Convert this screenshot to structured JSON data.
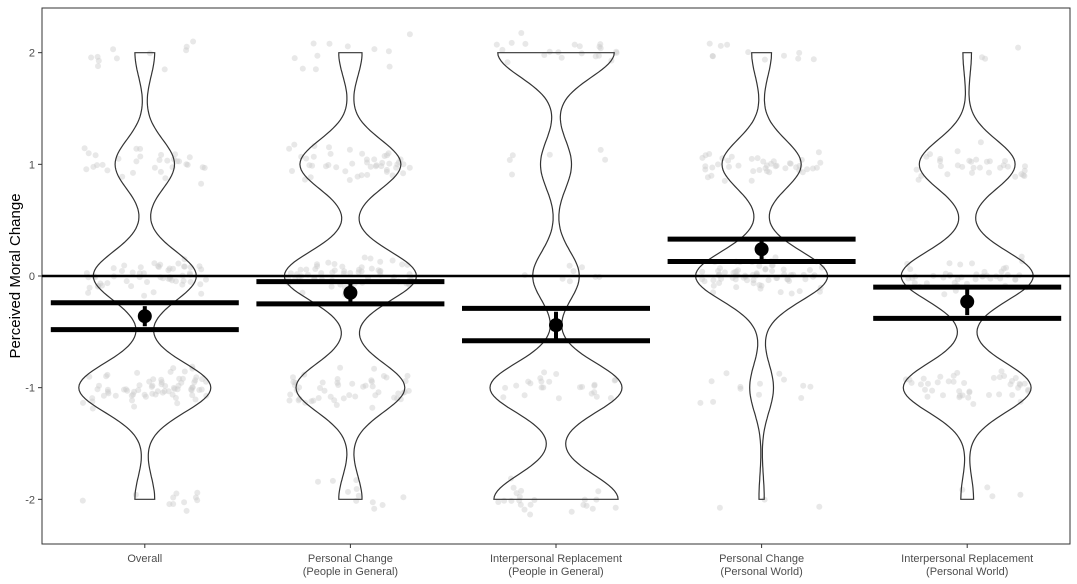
{
  "chart_data": {
    "type": "violin",
    "title": "",
    "xlabel": "",
    "ylabel": "Perceived Moral Change",
    "ylim": [
      -2.4,
      2.4
    ],
    "yticks": [
      -2,
      -1,
      0,
      1,
      2
    ],
    "grid": false,
    "reference_line_y": 0,
    "colors": {
      "violin_stroke": "#333333",
      "jitter": "#cccccc",
      "summary": "#000000",
      "panel_border": "#333333"
    },
    "groups": [
      {
        "label_lines": [
          "Overall"
        ],
        "mean": -0.36,
        "ci_low": -0.45,
        "ci_high": -0.27,
        "band_low": -0.48,
        "band_high": -0.24,
        "modes": [
          [
            -2,
            0.15
          ],
          [
            -1,
            1.0
          ],
          [
            0,
            0.78
          ],
          [
            1,
            0.45
          ],
          [
            2,
            0.15
          ]
        ]
      },
      {
        "label_lines": [
          "Personal Change",
          "(People in General)"
        ],
        "mean": -0.15,
        "ci_low": -0.24,
        "ci_high": -0.06,
        "band_low": -0.25,
        "band_high": -0.05,
        "modes": [
          [
            -2,
            0.15
          ],
          [
            -1,
            0.7
          ],
          [
            0,
            0.85
          ],
          [
            1,
            0.65
          ],
          [
            2,
            0.15
          ]
        ]
      },
      {
        "label_lines": [
          "Interpersonal Replacement",
          "(People in General)"
        ],
        "mean": -0.44,
        "ci_low": -0.56,
        "ci_high": -0.32,
        "band_low": -0.58,
        "band_high": -0.29,
        "modes": [
          [
            -2,
            0.32
          ],
          [
            -1,
            0.34
          ],
          [
            0,
            0.12
          ],
          [
            1,
            0.08
          ],
          [
            2,
            0.3
          ]
        ]
      },
      {
        "label_lines": [
          "Personal Change",
          "(Personal World)"
        ],
        "mean": 0.24,
        "ci_low": 0.15,
        "ci_high": 0.33,
        "band_low": 0.13,
        "band_high": 0.33,
        "modes": [
          [
            -2,
            0.04
          ],
          [
            -1,
            0.18
          ],
          [
            0,
            1.0
          ],
          [
            1,
            0.6
          ],
          [
            2,
            0.15
          ]
        ]
      },
      {
        "label_lines": [
          "Interpersonal Replacement",
          "(Personal World)"
        ],
        "mean": -0.23,
        "ci_low": -0.35,
        "ci_high": -0.1,
        "band_low": -0.38,
        "band_high": -0.1,
        "modes": [
          [
            -2,
            0.06
          ],
          [
            -1,
            0.6
          ],
          [
            0,
            0.62
          ],
          [
            1,
            0.45
          ],
          [
            2,
            0.04
          ]
        ]
      }
    ]
  }
}
